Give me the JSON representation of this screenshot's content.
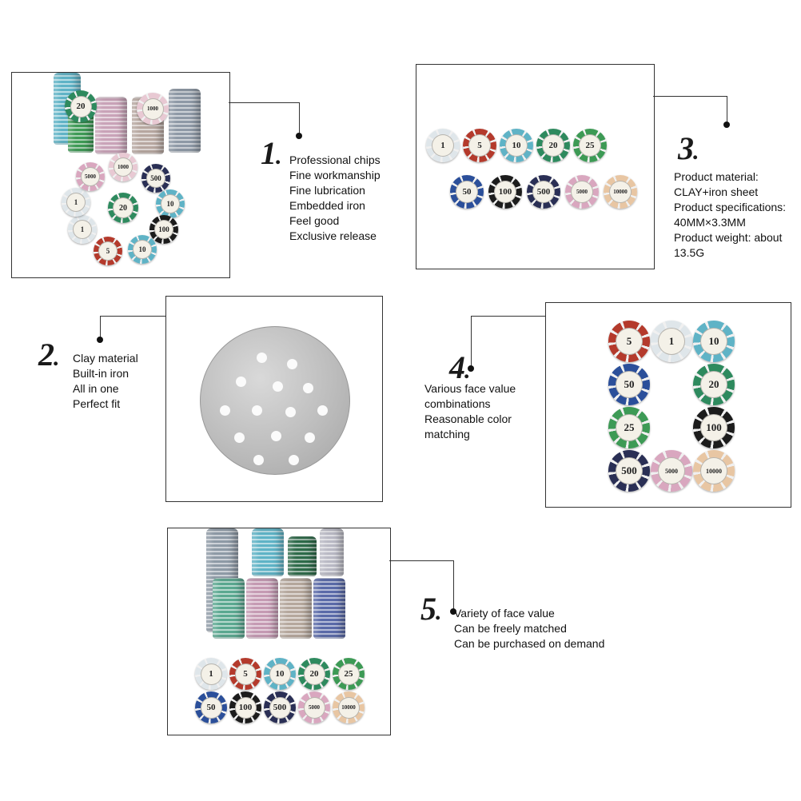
{
  "sections": [
    {
      "number": "1",
      "lines": [
        "Professional chips",
        "Fine workmanship",
        "Fine lubrication",
        "Embedded iron",
        "Feel good",
        "Exclusive release"
      ]
    },
    {
      "number": "2",
      "lines": [
        "Clay material",
        "Built-in iron",
        "All in one",
        "Perfect fit"
      ]
    },
    {
      "number": "3",
      "lines": [
        "Product material:",
        "CLAY+iron sheet",
        "Product specifications:",
        "40MM×3.3MM",
        "Product weight: about",
        "13.5G"
      ]
    },
    {
      "number": "4",
      "lines": [
        "Various face value",
        "combinations",
        "Reasonable color",
        "matching"
      ]
    },
    {
      "number": "5",
      "lines": [
        "Variety of face value",
        "Can be freely matched",
        "Can be purchased on demand"
      ]
    }
  ],
  "chips": {
    "values": [
      "1",
      "5",
      "10",
      "20",
      "25",
      "50",
      "100",
      "500",
      "1000",
      "5000",
      "10000"
    ],
    "colors": {
      "1": "#dfe6ea",
      "5": "#b43a2c",
      "10": "#5fb3c6",
      "20": "#2e8a5e",
      "25": "#3d9a55",
      "50": "#2b4f9a",
      "100": "#1c1c1c",
      "500": "#2a2f55",
      "1000": "#e8c9d3",
      "5000": "#d9a7bf",
      "10000": "#e8c6a3"
    }
  }
}
